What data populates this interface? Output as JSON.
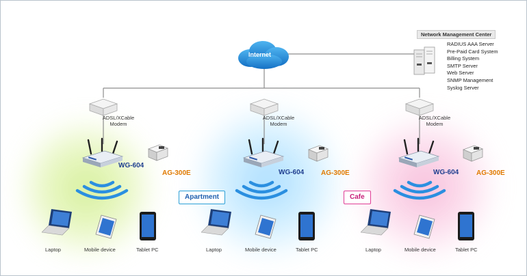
{
  "cloud": {
    "label": "Internet"
  },
  "nmc": {
    "title": "Network Management Center",
    "items": [
      "RADIUS AAA Server",
      "Pre-Paid Card System",
      "Billing System",
      "SMTP Server",
      "Web Server",
      "SNMP Management",
      "Syslog Server"
    ]
  },
  "sites": [
    {
      "modem_line1": "ADSL/XCable",
      "modem_line2": "Modem",
      "gateway": "WG-604",
      "printer": "AG-300E",
      "tag": "",
      "devices": [
        "Laptop",
        "Mobile device",
        "Tablet PC"
      ]
    },
    {
      "modem_line1": "ADSL/XCable",
      "modem_line2": "Modem",
      "gateway": "WG-604",
      "printer": "AG-300E",
      "tag": "Apartment",
      "devices": [
        "Laptop",
        "Mobile device",
        "Tablet PC"
      ]
    },
    {
      "modem_line1": "ADSL/XCable",
      "modem_line2": "Modem",
      "gateway": "WG-604",
      "printer": "AG-300E",
      "tag": "Cafe",
      "devices": [
        "Laptop",
        "Mobile device",
        "Tablet  PC"
      ]
    }
  ],
  "colors": {
    "wifi": "#2b8fe0",
    "gateway_label": "#1f3e8f",
    "printer_label": "#e07a00",
    "apartment": "#2a9fd6",
    "cafe": "#e03c95",
    "cloud": "#1e8ad6"
  }
}
